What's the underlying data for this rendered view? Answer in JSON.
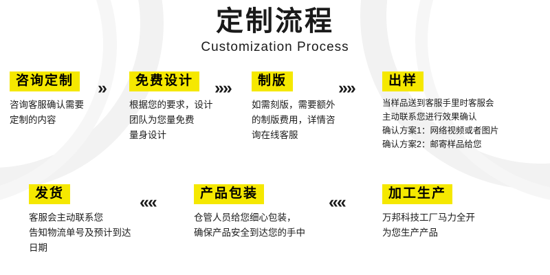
{
  "header": {
    "title_cn": "定制流程",
    "title_en": "Customization Process"
  },
  "steps_row1": [
    {
      "badge": "咨询定制",
      "desc": "咨询客服确认需要\n定制的内容"
    },
    {
      "badge": "免费设计",
      "desc": "根据您的要求，设计\n团队为您量免费\n量身设计"
    },
    {
      "badge": "制版",
      "desc": "如需刻版，需要额外\n的制版费用，详情咨\n询在线客服"
    },
    {
      "badge": "出样",
      "desc": "当样品送到客服手里时客服会\n主动联系您进行效果确认\n确认方案1：网络视频或者图片\n确认方案2：邮寄样品给您"
    }
  ],
  "steps_row2": [
    {
      "badge": "发货",
      "desc": "客服会主动联系您\n告知物流单号及预计到达日期"
    },
    {
      "badge": "产品包装",
      "desc": "仓管人员给您细心包装，\n确保产品安全到达您的手中"
    },
    {
      "badge": "加工生产",
      "desc": "万邦科技工厂马力全开\n为您生产产品"
    }
  ],
  "arrows": {
    "right": "»",
    "right_double": "»»",
    "left": "«",
    "left_double": "««"
  },
  "colors": {
    "highlight": "#f5e800",
    "text": "#1a1a1a",
    "background": "#ffffff",
    "swoosh": "#f2f2f2"
  }
}
